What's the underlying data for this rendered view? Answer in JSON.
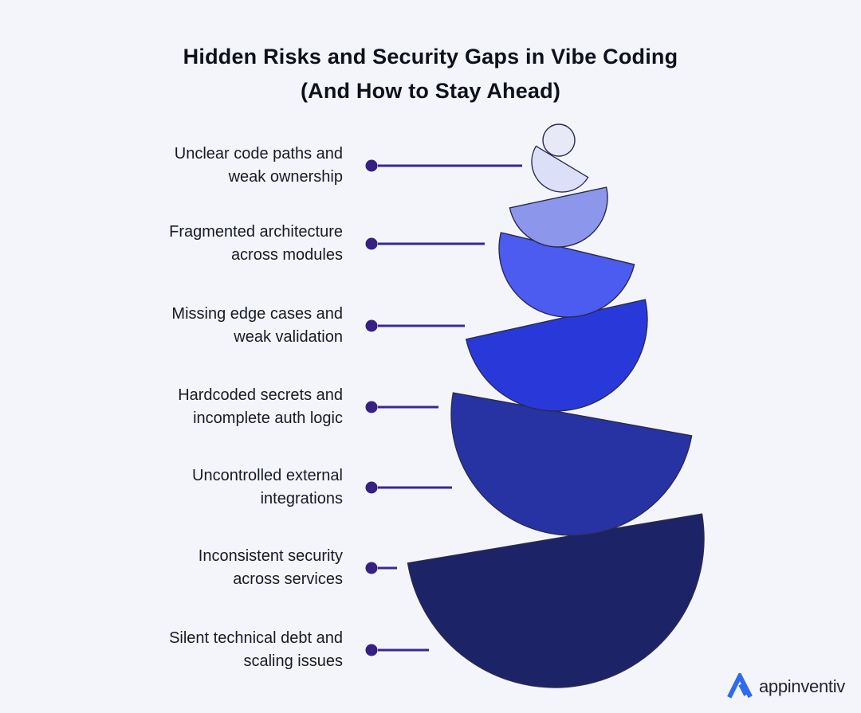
{
  "title": {
    "line1": "Hidden Risks and Security Gaps in Vibe Coding",
    "line2": "(And How to Stay Ahead)"
  },
  "rows": [
    {
      "line1": "Unclear code paths and",
      "line2": "weak ownership"
    },
    {
      "line1": "Fragmented architecture",
      "line2": "across modules"
    },
    {
      "line1": "Missing edge cases and",
      "line2": "weak validation"
    },
    {
      "line1": "Hardcoded secrets and",
      "line2": "incomplete auth logic"
    },
    {
      "line1": "Uncontrolled external",
      "line2": "integrations"
    },
    {
      "line1": "Inconsistent security",
      "line2": "across services"
    },
    {
      "line1": "Silent technical debt and",
      "line2": "scaling issues"
    }
  ],
  "funnel": {
    "shapes": [
      {
        "name": "top-circle",
        "color": "#e7e9f6"
      },
      {
        "name": "level-1-semicircle",
        "color": "#dbdff8"
      },
      {
        "name": "level-2-semicircle",
        "color": "#8c96eb"
      },
      {
        "name": "level-3-semicircle",
        "color": "#4c5bf0"
      },
      {
        "name": "level-4-semicircle",
        "color": "#2939d9"
      },
      {
        "name": "level-5-semicircle",
        "color": "#2733a2"
      },
      {
        "name": "level-6-semicircle",
        "color": "#1c2366"
      }
    ],
    "outline_color": "#2a2b4d"
  },
  "connector": {
    "dot_color": "#362082",
    "line_color": "#3b2794"
  },
  "logo": {
    "text": "appinventiv",
    "mark_color": "#2e6bf0",
    "text_color": "#23262f"
  },
  "colors": {
    "background": "#f3f5fa",
    "title_text": "#0e101c",
    "label_text": "#191b24"
  }
}
